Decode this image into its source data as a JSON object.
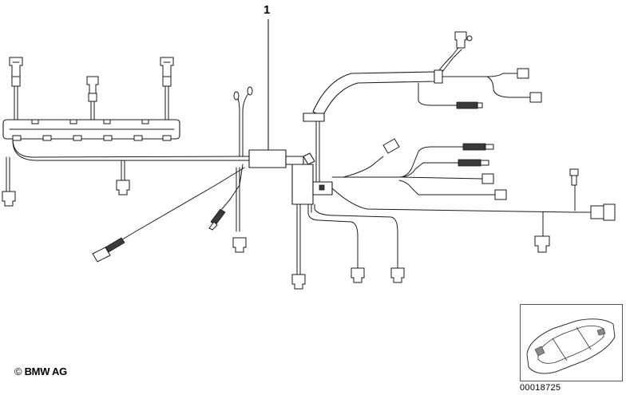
{
  "diagram": {
    "callout_label": "1",
    "copyright_symbol": "©",
    "copyright_text": "BMW AG",
    "reference_number": "00018725",
    "line_color": "#1a1a1a",
    "background": "#ffffff"
  }
}
